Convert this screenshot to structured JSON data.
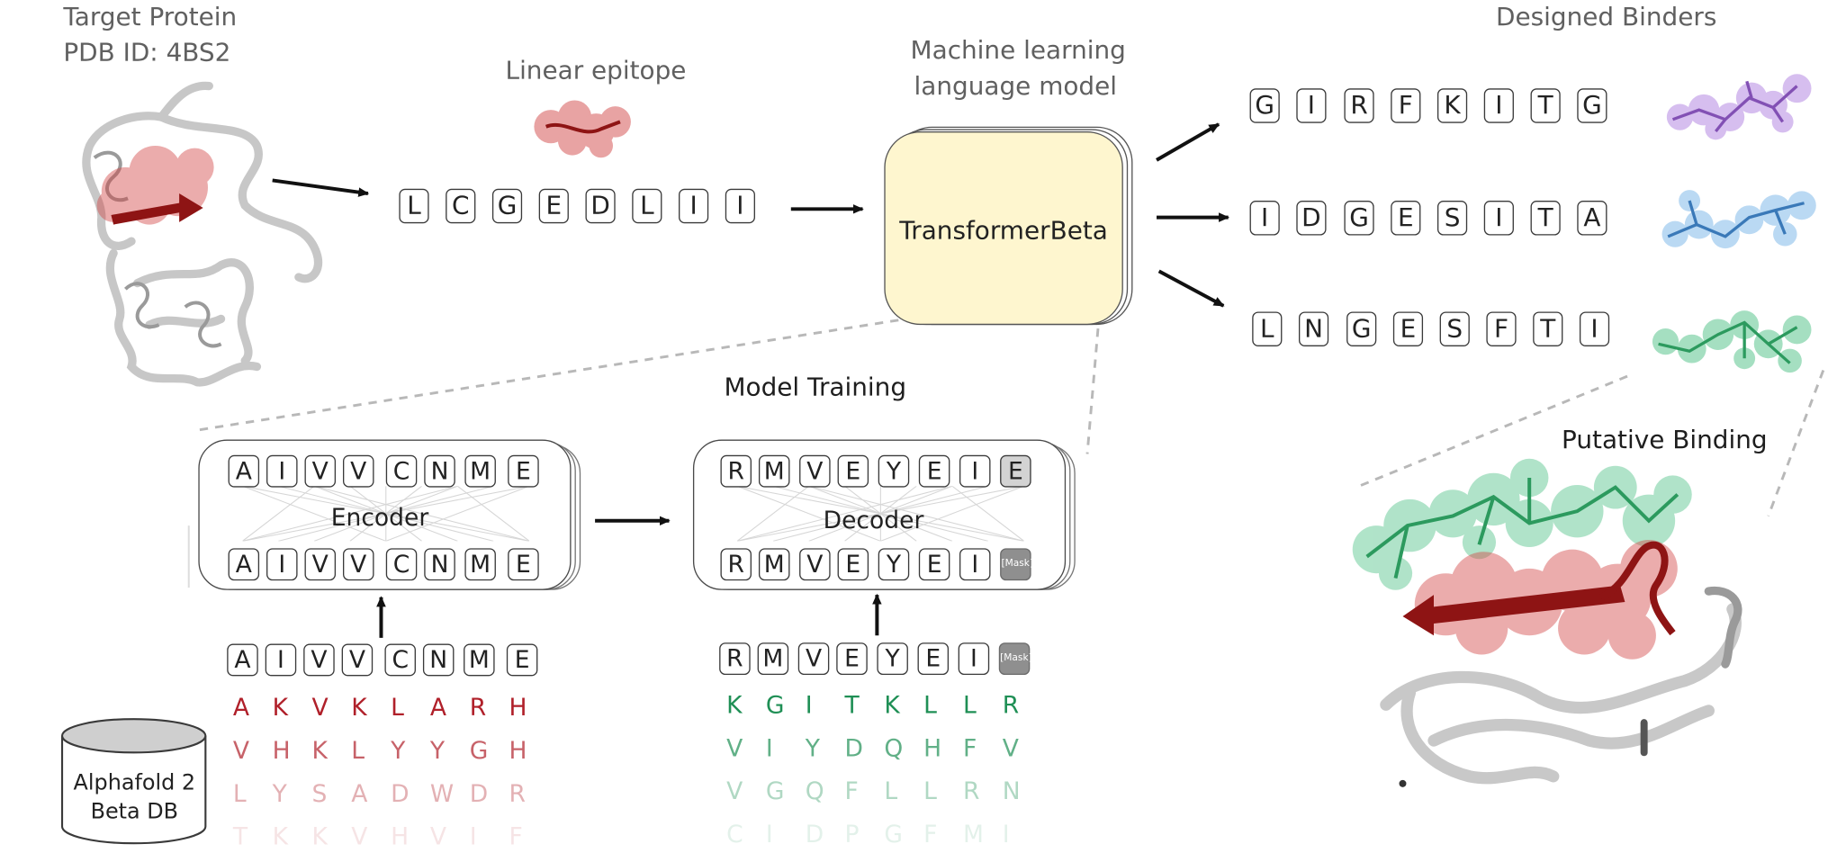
{
  "labels": {
    "target_protein": "Target Protein",
    "pdb_id": "PDB ID: 4BS2",
    "linear_epitope": "Linear epitope",
    "ml_model_line1": "Machine learning",
    "ml_model_line2": "language model",
    "transformer": "TransformerBeta",
    "designed_binders": "Designed Binders",
    "model_training": "Model Training",
    "putative_binding": "Putative Binding",
    "encoder": "Encoder",
    "decoder": "Decoder",
    "db_line1": "Alphafold 2",
    "db_line2": "Beta DB",
    "mask": "[Mask]"
  },
  "epitope_sequence": [
    "L",
    "C",
    "G",
    "E",
    "D",
    "L",
    "I",
    "I"
  ],
  "binders": [
    {
      "sequence": [
        "G",
        "I",
        "R",
        "F",
        "K",
        "I",
        "T",
        "G"
      ],
      "color": "#b48fd8"
    },
    {
      "sequence": [
        "I",
        "D",
        "G",
        "E",
        "S",
        "I",
        "T",
        "A"
      ],
      "color": "#6aaee2"
    },
    {
      "sequence": [
        "L",
        "N",
        "G",
        "E",
        "S",
        "F",
        "T",
        "I"
      ],
      "color": "#4cc48a"
    }
  ],
  "encoder": {
    "top": [
      "A",
      "I",
      "V",
      "V",
      "C",
      "N",
      "M",
      "E"
    ],
    "bottom": [
      "A",
      "I",
      "V",
      "V",
      "C",
      "N",
      "M",
      "E"
    ],
    "input": [
      "A",
      "I",
      "V",
      "V",
      "C",
      "N",
      "M",
      "E"
    ]
  },
  "decoder": {
    "top": [
      "R",
      "M",
      "V",
      "E",
      "Y",
      "E",
      "I",
      "E"
    ],
    "bottom": [
      "R",
      "M",
      "V",
      "E",
      "Y",
      "E",
      "I"
    ],
    "input": [
      "R",
      "M",
      "V",
      "E",
      "Y",
      "E",
      "I"
    ]
  },
  "training_targets": [
    {
      "letters": [
        "A",
        "K",
        "V",
        "K",
        "L",
        "A",
        "R",
        "H"
      ],
      "color": "#b0202a",
      "opacity": 1.0
    },
    {
      "letters": [
        "V",
        "H",
        "K",
        "L",
        "Y",
        "Y",
        "G",
        "H"
      ],
      "color": "#b0202a",
      "opacity": 0.7
    },
    {
      "letters": [
        "L",
        "Y",
        "S",
        "A",
        "D",
        "W",
        "D",
        "R"
      ],
      "color": "#b0202a",
      "opacity": 0.35
    },
    {
      "letters": [
        "T",
        "K",
        "K",
        "V",
        "H",
        "V",
        "I",
        "F"
      ],
      "color": "#b0202a",
      "opacity": 0.12
    }
  ],
  "training_binders": [
    {
      "letters": [
        "K",
        "G",
        "I",
        "T",
        "K",
        "L",
        "L",
        "R"
      ],
      "color": "#1f8f55",
      "opacity": 1.0
    },
    {
      "letters": [
        "V",
        "I",
        "Y",
        "D",
        "Q",
        "H",
        "F",
        "V"
      ],
      "color": "#1f8f55",
      "opacity": 0.7
    },
    {
      "letters": [
        "V",
        "G",
        "Q",
        "F",
        "L",
        "L",
        "R",
        "N"
      ],
      "color": "#1f8f55",
      "opacity": 0.35
    },
    {
      "letters": [
        "C",
        "I",
        "D",
        "P",
        "G",
        "F",
        "M",
        "I"
      ],
      "color": "#1f8f55",
      "opacity": 0.12
    }
  ],
  "colors": {
    "epitope_red": "#b8242c",
    "transformer_fill": "#fef6cf",
    "mask_gray": "#8f8f8f"
  }
}
